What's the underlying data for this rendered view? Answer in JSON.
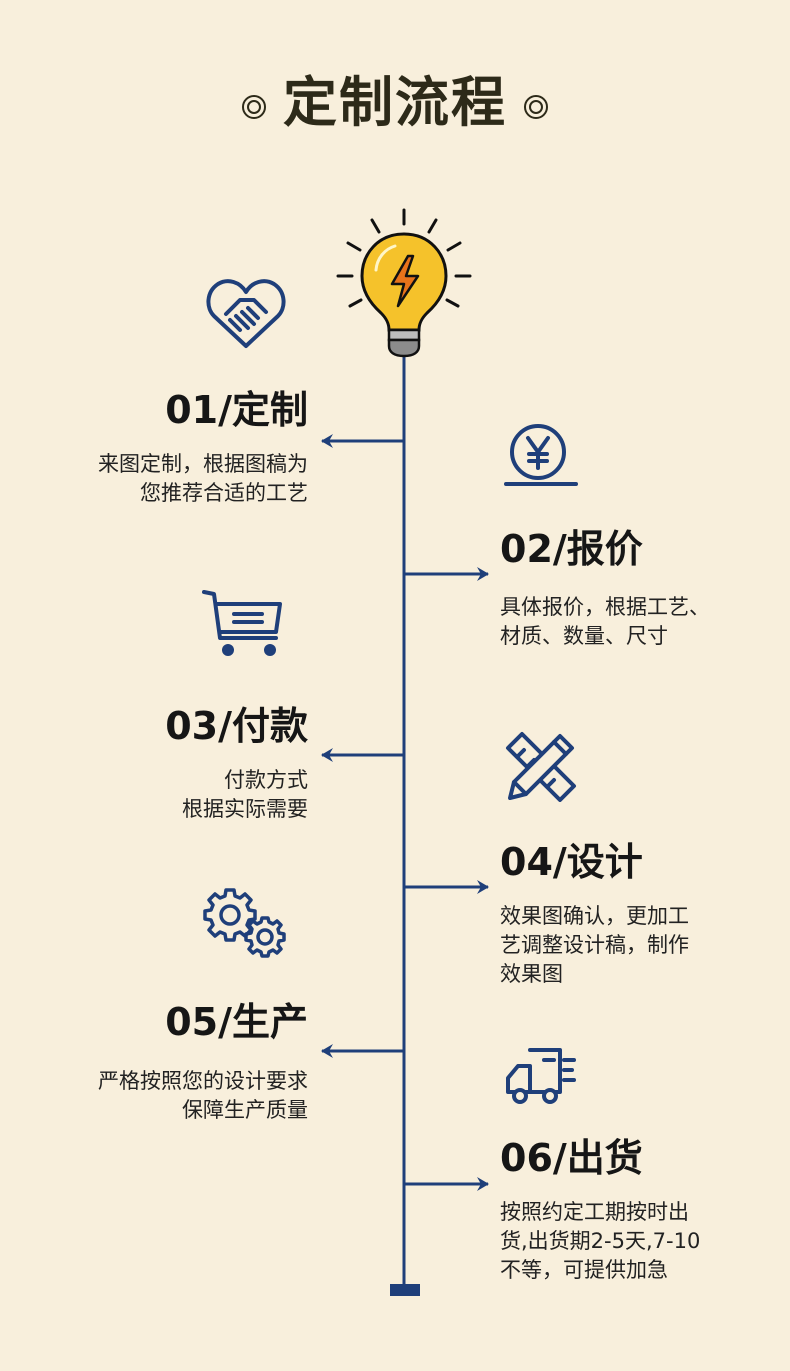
{
  "header": {
    "title": "定制流程",
    "ornament": "◎"
  },
  "colors": {
    "background": "#f8efdc",
    "line": "#1f3f7a",
    "bulb": "#f5c22b",
    "bolt": "#e8731a",
    "title": "#2d2a19"
  },
  "steps": [
    {
      "title": "01/定制",
      "desc": "来图定制，根据图稿为\n您推荐合适的工艺",
      "icon": "handshake-heart-icon",
      "side": "left"
    },
    {
      "title": "02/报价",
      "desc": "具体报价，根据工艺、\n材质、数量、尺寸",
      "icon": "yen-coin-icon",
      "side": "right"
    },
    {
      "title": "03/付款",
      "desc": "付款方式\n根据实际需要",
      "icon": "shopping-cart-icon",
      "side": "left"
    },
    {
      "title": "04/设计",
      "desc": "效果图确认，更加工\n艺调整设计稿，制作\n效果图",
      "icon": "pencil-ruler-icon",
      "side": "right"
    },
    {
      "title": "05/生产",
      "desc": "严格按照您的设计要求\n保障生产质量",
      "icon": "gears-icon",
      "side": "left"
    },
    {
      "title": "06/出货",
      "desc": "按照约定工期按时出\n货,出货期2-5天,7-10\n不等，可提供加急",
      "icon": "delivery-truck-icon",
      "side": "right"
    }
  ]
}
